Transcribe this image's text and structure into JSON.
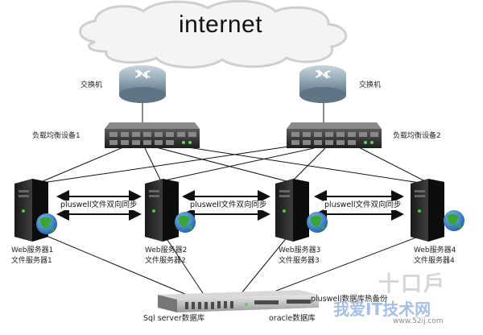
{
  "cloud": {
    "label": "internet"
  },
  "switches": [
    {
      "label": "交换机"
    },
    {
      "label": "交换机"
    }
  ],
  "load_balancers": [
    {
      "label": "负载均衡设备1"
    },
    {
      "label": "负载均衡设备2"
    }
  ],
  "servers": [
    {
      "web": "Web服务器1",
      "file": "文件服务器1"
    },
    {
      "web": "Web服务器2",
      "file": "文件服务器2"
    },
    {
      "web": "Web服务器3",
      "file": "文件服务器3"
    },
    {
      "web": "Web服务器4",
      "file": "文件服务器4"
    }
  ],
  "sync_labels": [
    "pluswell文件双向同步",
    "pluswell文件双向同步",
    "pluswell文件双向同步"
  ],
  "db": {
    "sync_label": "pluswell数据库热备份",
    "sql_label": "Sql server数据库",
    "oracle_label": "oracle数据库"
  },
  "watermark": {
    "brand": "我爱IT技术网",
    "domain": "www.52ij.com",
    "logo": "十口戶"
  },
  "colors": {
    "router_body": "#6f8796",
    "link_line": "#111111",
    "globe_sea": "#2a78c9",
    "globe_land": "#3aa33a"
  }
}
